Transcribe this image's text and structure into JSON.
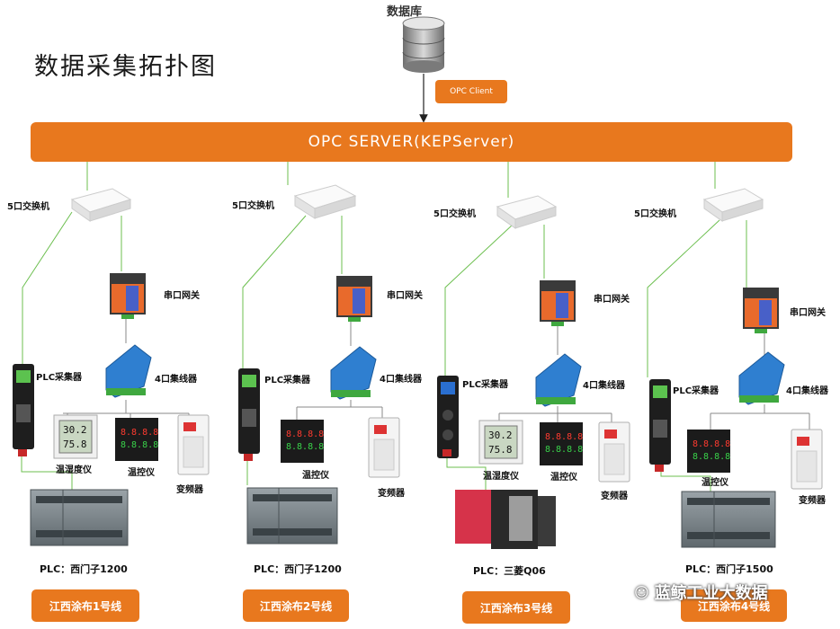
{
  "title": "数据采集拓扑图",
  "database_label": "数据库",
  "opc_client": "OPC Client",
  "opc_server": "OPC SERVER(KEPServer)",
  "lines": [
    {
      "switch": "5口交换机",
      "gateway": "串口网关",
      "plc_collector": "PLC采集器",
      "hub": "4口集线器",
      "devices": [
        "温湿度仪",
        "温控仪",
        "变频器"
      ],
      "plc": "PLC：西门子1200",
      "line_name": "江西涂布1号线"
    },
    {
      "switch": "5口交换机",
      "gateway": "串口网关",
      "plc_collector": "PLC采集器",
      "hub": "4口集线器",
      "devices": [
        "温控仪",
        "变频器"
      ],
      "plc": "PLC：西门子1200",
      "line_name": "江西涂布2号线"
    },
    {
      "switch": "5口交换机",
      "gateway": "串口网关",
      "plc_collector": "PLC采集器",
      "hub": "4口集线器",
      "devices": [
        "温湿度仪",
        "温控仪",
        "变频器"
      ],
      "plc": "PLC：三菱Q06",
      "line_name": "江西涂布3号线"
    },
    {
      "switch": "5口交换机",
      "gateway": "串口网关",
      "plc_collector": "PLC采集器",
      "hub": "4口集线器",
      "devices": [
        "温控仪",
        "变频器"
      ],
      "plc": "PLC：西门子1500",
      "line_name": "江西涂布4号线"
    }
  ],
  "thermo_display": {
    "top": "30.2",
    "bottom": "75.8"
  },
  "temp_controller_display": "8.8.8.8",
  "watermark": "蓝鲸工业大数据",
  "colors": {
    "accent": "#e8781e",
    "link_green": "#6cbf4f",
    "hub_blue": "#2f7fd0"
  }
}
